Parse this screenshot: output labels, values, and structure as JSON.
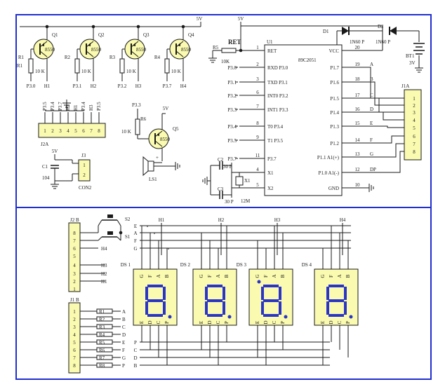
{
  "colors": {
    "border": "#1f2fd0",
    "wire": "#1a1a1a",
    "component_fill": "#fafab0",
    "segment_fill": "#2a35c8",
    "chip_fill": "#ffffff",
    "resistor_fill": "#ffffff"
  },
  "power": {
    "vcc_5v_top": "5V",
    "vcc_5v_mid": "5V",
    "vcc_5v_q5": "5V",
    "bt1_voltage": "3V",
    "vcc_5v_c1": "5V"
  },
  "transistors": [
    {
      "ref": "Q1",
      "type": "8550",
      "r_ref": "R1",
      "r_val": "10 K",
      "base_net": "P3.0",
      "collector_net": "H1"
    },
    {
      "ref": "Q2",
      "type": "8550",
      "r_ref": "R2",
      "r_val": "10 K",
      "base_net": "P3.1",
      "collector_net": "H2"
    },
    {
      "ref": "Q3",
      "type": "8550",
      "r_ref": "R3",
      "r_val": "10 K",
      "base_net": "P3.2",
      "collector_net": "H3"
    },
    {
      "ref": "Q4",
      "type": "8550",
      "r_ref": "R4",
      "r_val": "10 K",
      "base_net": "P3.7",
      "collector_net": "H4"
    }
  ],
  "q5": {
    "ref": "Q5",
    "type": "8550",
    "r_ref": "R6",
    "r_val": "10 K",
    "base_net": "P3.3",
    "buzzer": "LS1"
  },
  "reset": {
    "label": "RET",
    "r_ref": "R5",
    "r_val": "10K"
  },
  "diodes": [
    {
      "ref": "D1",
      "part": "1N60 P"
    },
    {
      "ref": "D2",
      "part": "1N60 P"
    }
  ],
  "battery": {
    "ref": "BT1"
  },
  "mcu": {
    "ref": "U1",
    "part": "89C2051",
    "left_pins": [
      {
        "num": "1",
        "name": "RET",
        "net": ""
      },
      {
        "num": "2",
        "name": "RXD P3.0",
        "net": "P3.0"
      },
      {
        "num": "3",
        "name": "TXD P3.1",
        "net": "P3.1"
      },
      {
        "num": "6",
        "name": "INT0 P3.2",
        "net": "P3.2"
      },
      {
        "num": "7",
        "name": "INT1 P3.3",
        "net": "P3.3"
      },
      {
        "num": "8",
        "name": "T0 P3.4",
        "net": "P3.4"
      },
      {
        "num": "9",
        "name": "T1 P3.5",
        "net": "P3.5"
      },
      {
        "num": "11",
        "name": "P3.7",
        "net": "P3.7"
      },
      {
        "num": "4",
        "name": "X1",
        "net": ""
      },
      {
        "num": "5",
        "name": "X2",
        "net": ""
      }
    ],
    "right_pins": [
      {
        "num": "20",
        "name": "VCC",
        "net": ""
      },
      {
        "num": "19",
        "name": "P1.7",
        "net": "A"
      },
      {
        "num": "18",
        "name": "P1.6",
        "net": "B"
      },
      {
        "num": "17",
        "name": "P1.5",
        "net": "C"
      },
      {
        "num": "16",
        "name": "P1.4",
        "net": "D"
      },
      {
        "num": "15",
        "name": "P1.3",
        "net": "E"
      },
      {
        "num": "14",
        "name": "P1.2",
        "net": "F"
      },
      {
        "num": "13",
        "name": "P1.1 A1(+)",
        "net": "G"
      },
      {
        "num": "12",
        "name": "P1.0 A1(-)",
        "net": "DP"
      },
      {
        "num": "10",
        "name": "GND",
        "net": ""
      }
    ]
  },
  "crystal": {
    "ref": "X1",
    "freq": "12M",
    "c_top": "C2",
    "c_bot": "C3",
    "c_val": "30 P"
  },
  "c1": {
    "ref": "C1",
    "val": "104"
  },
  "j1a": {
    "ref": "J1A",
    "pins": [
      "1",
      "2",
      "3",
      "4",
      "5",
      "6",
      "7",
      "8"
    ]
  },
  "j2a": {
    "ref": "J2A",
    "pins": [
      "1",
      "2",
      "3",
      "4",
      "5",
      "6",
      "7",
      "8"
    ],
    "top_labels": [
      "P3.5",
      "P3.4",
      "P3.7",
      "H2",
      "H1",
      "P3.4",
      "H3",
      "P3.5"
    ]
  },
  "j3": {
    "ref": "J3",
    "name": "CON2",
    "pins": [
      "1",
      "2"
    ]
  },
  "switches": [
    {
      "ref": "S2",
      "net": ""
    },
    {
      "ref": "S1",
      "net": "H4"
    }
  ],
  "j2b": {
    "ref": "J2 B",
    "pins": [
      "8",
      "7",
      "6",
      "5",
      "4",
      "3",
      "2",
      "1"
    ],
    "nets": [
      "",
      "",
      "H4",
      "",
      "H3",
      "H2",
      "H1",
      ""
    ]
  },
  "j1b": {
    "ref": "J1 B",
    "pins": [
      "1",
      "2",
      "3",
      "4",
      "5",
      "6",
      "7",
      "8"
    ],
    "resistors": [
      "R1",
      "R2",
      "R3",
      "R4",
      "R5",
      "R6",
      "R7",
      "R8"
    ],
    "nets": [
      "A",
      "B",
      "C",
      "D",
      "E",
      "F",
      "G",
      "P"
    ]
  },
  "segment_bus": {
    "top_nets": [
      "E",
      "A",
      "F",
      "G"
    ],
    "bottom_nets": [
      "P",
      "C",
      "D",
      "B"
    ]
  },
  "displays": [
    {
      "ref": "DS 1",
      "digit_net": "H1",
      "top_pins": [
        "G",
        "F",
        "A",
        "B"
      ],
      "bottom_pins": [
        "E",
        "D",
        "C",
        "P"
      ]
    },
    {
      "ref": "DS 2",
      "digit_net": "H2",
      "top_pins": [
        "G",
        "F",
        "A",
        "B"
      ],
      "bottom_pins": [
        "E",
        "D",
        "C",
        "P"
      ]
    },
    {
      "ref": "DS 3",
      "digit_net": "H3",
      "top_pins": [
        "G",
        "F",
        "A",
        "B"
      ],
      "bottom_pins": [
        "E",
        "D",
        "C",
        "P"
      ]
    },
    {
      "ref": "DS 4",
      "digit_net": "H4",
      "top_pins": [
        "G",
        "F",
        "A",
        "B"
      ],
      "bottom_pins": [
        "E",
        "D",
        "C",
        "P"
      ]
    }
  ]
}
